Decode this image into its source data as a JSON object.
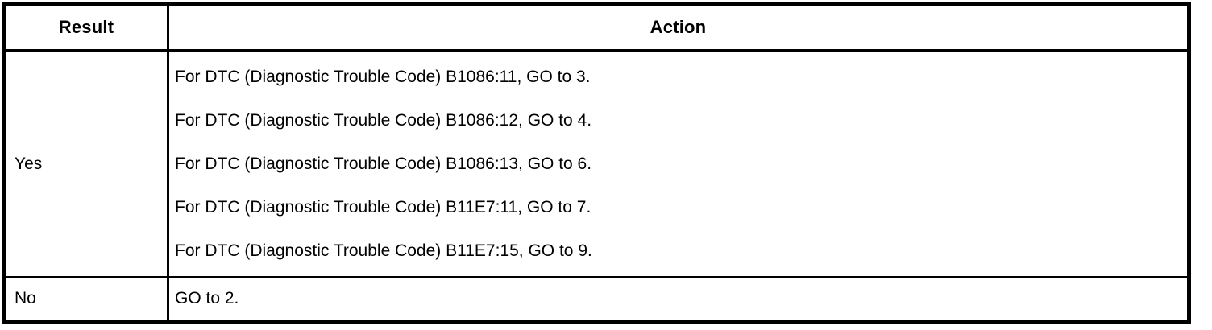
{
  "table": {
    "header": {
      "result": "Result",
      "action": "Action"
    },
    "rows": [
      {
        "result": "Yes",
        "actions": [
          "For DTC (Diagnostic Trouble Code) B1086:11, GO to 3.",
          "For DTC (Diagnostic Trouble Code) B1086:12, GO to 4.",
          "For DTC (Diagnostic Trouble Code) B1086:13, GO to 6.",
          "For DTC (Diagnostic Trouble Code) B11E7:11, GO to 7.",
          "For DTC (Diagnostic Trouble Code) B11E7:15, GO to 9."
        ]
      },
      {
        "result": "No",
        "actions": [
          "GO to 2."
        ]
      }
    ]
  },
  "colors": {
    "border": "#000000",
    "text": "#000000",
    "background": "#ffffff"
  }
}
